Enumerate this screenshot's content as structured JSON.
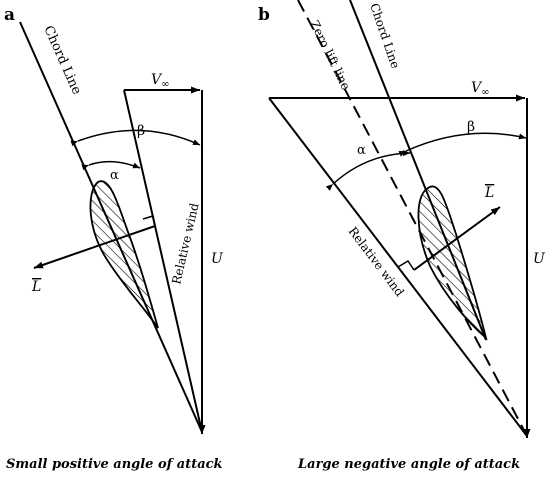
{
  "panel_a": {
    "letter": "a",
    "chord_line": "Chord Line",
    "v_inf": "V",
    "v_inf_sub": "∞",
    "beta": "β",
    "alpha": "α",
    "relative_wind": "Relative wind",
    "u": "U",
    "lift": "L",
    "caption": "Small positive angle of attack"
  },
  "panel_b": {
    "letter": "b",
    "zero_lift_line": "Zero lift line",
    "chord_line": "Chord Line",
    "v_inf": "V",
    "v_inf_sub": "∞",
    "beta": "β",
    "alpha": "α",
    "lift": "L",
    "relative_wind": "Relative wind",
    "u": "U",
    "caption": "Large negative angle of attack"
  }
}
